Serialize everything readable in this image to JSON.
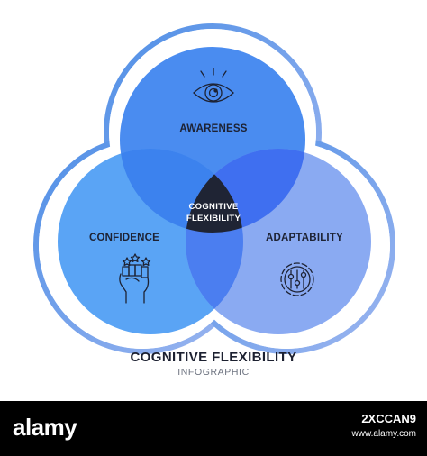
{
  "diagram": {
    "circles": [
      {
        "label": "AWARENESS",
        "icon": "eye-icon",
        "color": "#4a8cf0"
      },
      {
        "label": "CONFIDENCE",
        "icon": "fist-icon",
        "color": "#5aa4f5"
      },
      {
        "label": "ADAPTABILITY",
        "icon": "gear-sliders-icon",
        "color": "#8aaaf2"
      }
    ],
    "center": {
      "line1": "COGNITIVE",
      "line2": "FLEXIBILITY",
      "color": "#1f2434"
    },
    "outline_color": "#5b95e8"
  },
  "caption": {
    "title": "COGNITIVE FLEXIBILITY",
    "subtitle": "INFOGRAPHIC"
  },
  "watermark": {
    "logo": "alamy",
    "code": "2XCCAN9",
    "url": "www.alamy.com"
  }
}
